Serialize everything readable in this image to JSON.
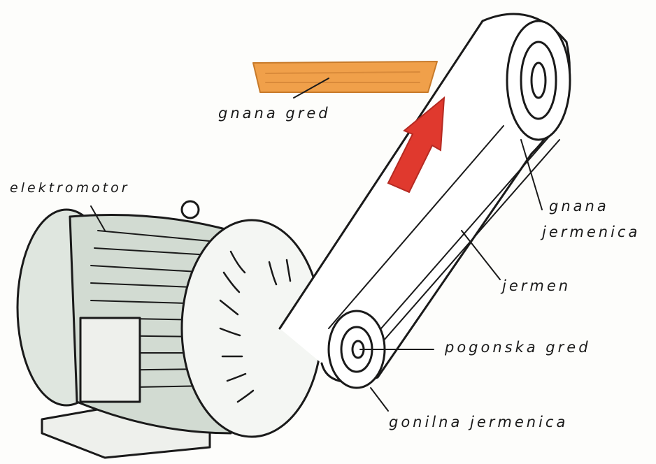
{
  "labels": {
    "driven_shaft": "gnana gred",
    "motor": "elektromotor",
    "driven_pulley_1": "gnana",
    "driven_pulley_2": "jermenica",
    "belt": "jermen",
    "drive_shaft": "pogonska gred",
    "drive_pulley": "gonilna jermenica"
  },
  "colors": {
    "beam": "#f0a04a",
    "arrow": "#e0392e",
    "motor_shade": "#cfd8cf",
    "ink": "#1a1a1a"
  }
}
